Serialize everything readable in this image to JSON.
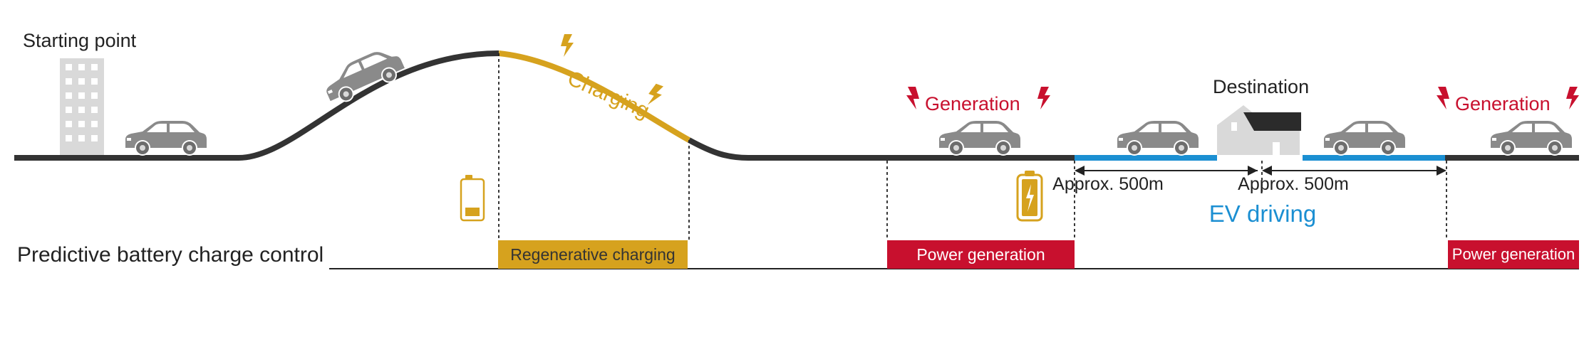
{
  "colors": {
    "road": "#333333",
    "charging": "#d6a21e",
    "generation": "#c8102e",
    "ev": "#1b8fd2",
    "car": "#8a8a8a",
    "building": "#d9d9d9",
    "house_roof": "#2b2b2b"
  },
  "labels": {
    "starting_point": "Starting point",
    "destination": "Destination",
    "charging": "Charging",
    "generation_1": "Generation",
    "generation_2": "Generation",
    "distance_1": "Approx. 500m",
    "distance_2": "Approx. 500m",
    "ev_driving": "EV driving"
  },
  "control": {
    "title": "Predictive battery charge control",
    "regenerative_charging": "Regenerative charging",
    "power_generation_1": "Power generation",
    "power_generation_2": "Power generation"
  },
  "icons": [
    "building-icon",
    "car-icon",
    "battery-low-icon",
    "battery-charging-icon",
    "lightning-icon",
    "house-icon",
    "arrow-left-right-icon"
  ]
}
